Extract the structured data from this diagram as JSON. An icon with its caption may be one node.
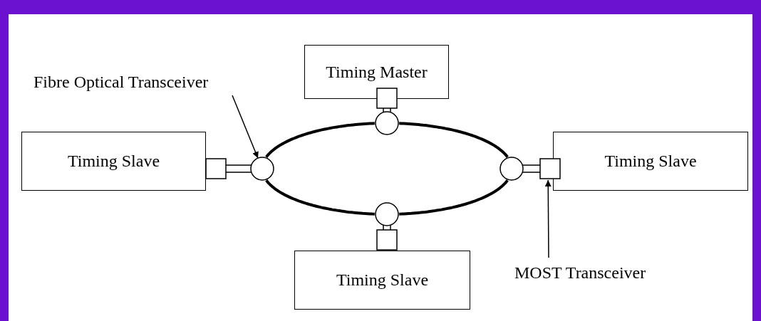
{
  "diagram": {
    "nodes": [
      {
        "text": [
          "Timing Master"
        ]
      },
      {
        "text": [],
        "shape": "box"
      },
      {
        "text": [],
        "shape": "circle"
      },
      {
        "text": [
          "Fibre Optical Transceiver"
        ]
      },
      {
        "text": [
          "Timing Slave"
        ]
      },
      {
        "text": [],
        "shape": "box"
      },
      {
        "text": [],
        "shape": "circle"
      },
      {
        "text": [],
        "shape": "circle"
      },
      {
        "text": [],
        "shape": "box"
      },
      {
        "text": [
          "Timing Slave"
        ]
      },
      {
        "text": [],
        "shape": "circle"
      },
      {
        "text": [],
        "shape": "box"
      },
      {
        "text": [
          "Timing Slave"
        ]
      },
      {
        "text": [
          "MOST Transceiver"
        ]
      }
    ],
    "edges": [
      {
        "from": 1,
        "to": 2,
        "arrow": "none"
      },
      {
        "from": 5,
        "to": 6,
        "arrow": "none"
      },
      {
        "from": 7,
        "to": 8,
        "arrow": "none"
      },
      {
        "from": 10,
        "to": 11,
        "arrow": "none"
      },
      {
        "from": 2,
        "to": 7,
        "arrow": "none",
        "style": "thick"
      },
      {
        "from": 7,
        "to": 10,
        "arrow": "none",
        "style": "thick"
      },
      {
        "from": 10,
        "to": 6,
        "arrow": "none",
        "style": "thick"
      },
      {
        "from": 6,
        "to": 2,
        "arrow": "none",
        "style": "thick"
      },
      {
        "from": 3,
        "to": 6,
        "arrow": "to"
      },
      {
        "from": 13,
        "to": 8,
        "arrow": "to"
      }
    ]
  }
}
